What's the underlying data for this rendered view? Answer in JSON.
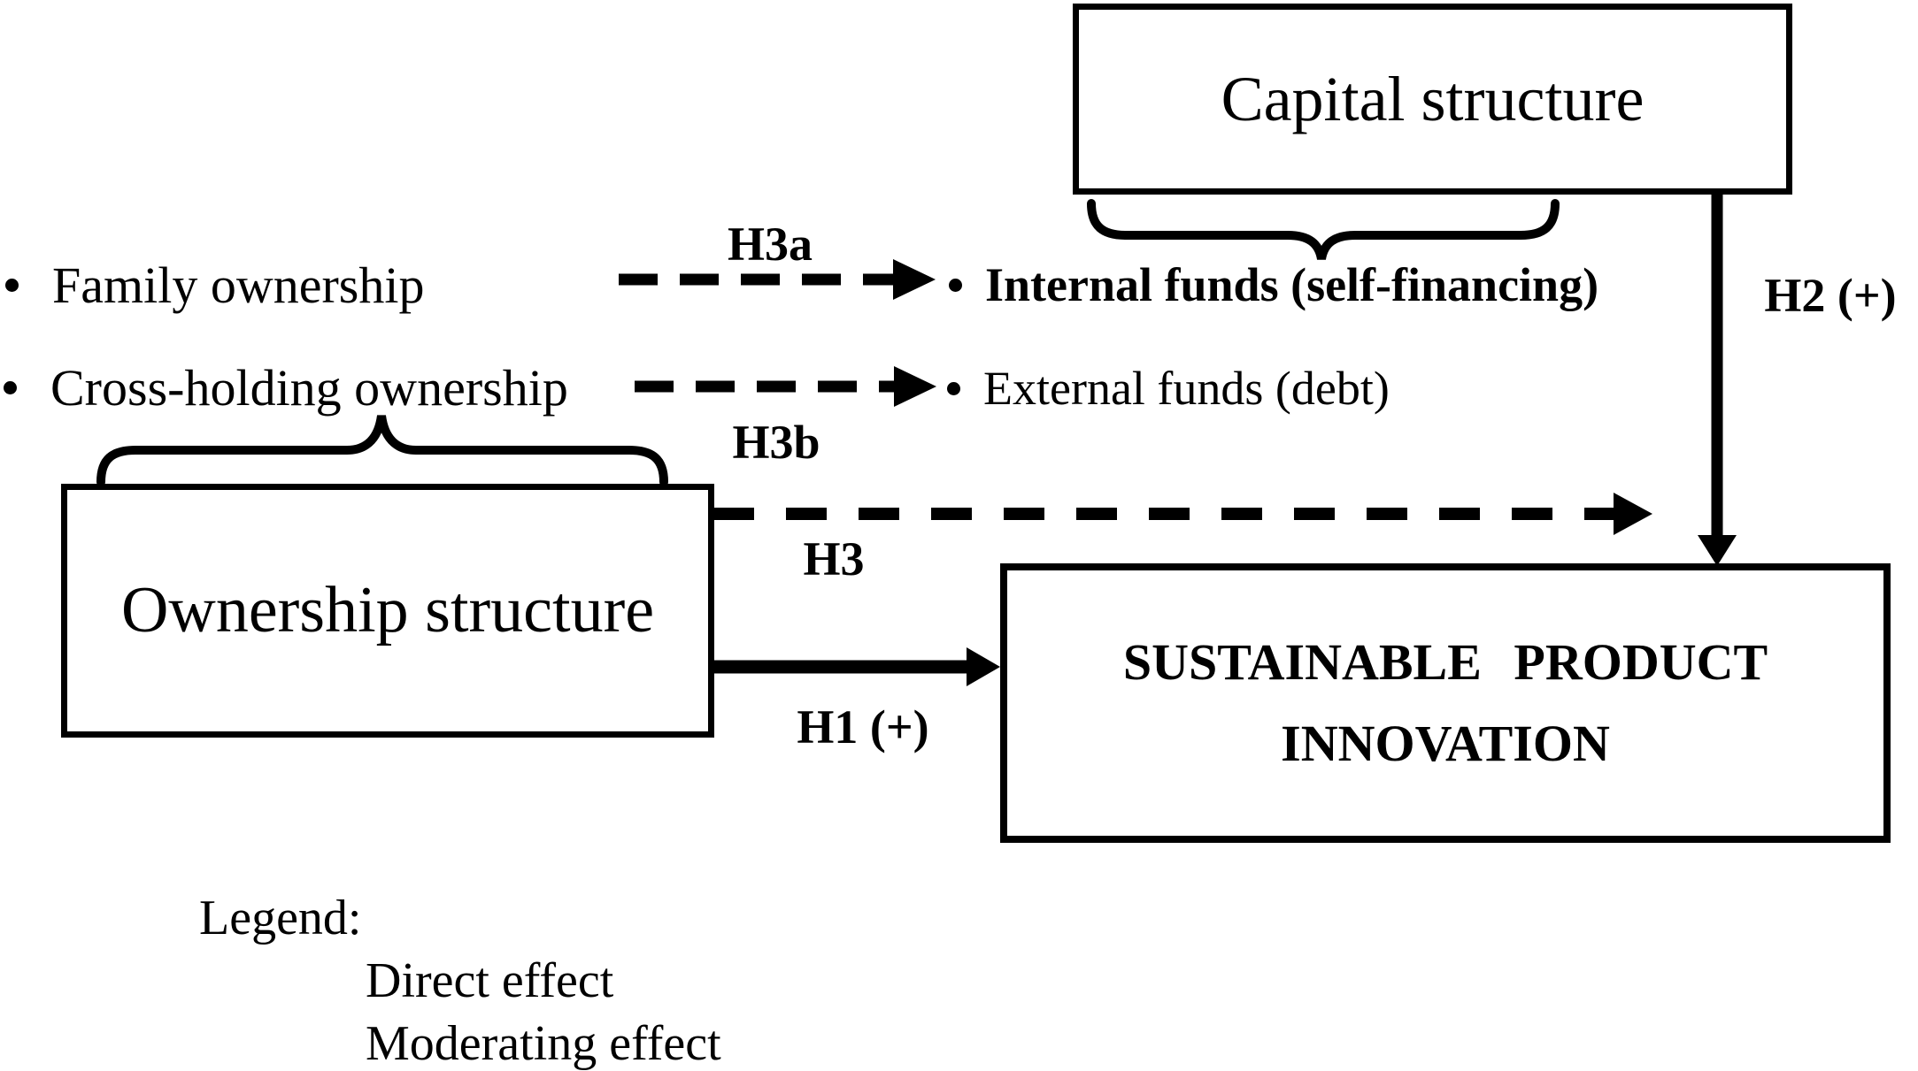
{
  "figure": {
    "type": "conceptual-model-diagram",
    "colors": {
      "ink": "#000000",
      "background": "#ffffff"
    }
  },
  "boxes": {
    "capital": {
      "label": "Capital structure"
    },
    "ownership": {
      "label": "Ownership structure"
    },
    "spi": {
      "line1": "SUSTAINABLE PRODUCT",
      "line2": "INNOVATION"
    }
  },
  "ownership_items": [
    {
      "label": "Family ownership"
    },
    {
      "label": "Cross-holding ownership"
    }
  ],
  "capital_items": [
    {
      "label": "Internal funds (self-financing)",
      "emphasis": "bold"
    },
    {
      "label": "External funds (debt)",
      "emphasis": "regular"
    }
  ],
  "hypotheses": {
    "h1": "H1 (+)",
    "h2": "H2 (+)",
    "h3": "H3",
    "h3a": "H3a",
    "h3b": "H3b"
  },
  "legend": {
    "title": "Legend:",
    "items": [
      {
        "label": "Direct effect",
        "line_style": "solid"
      },
      {
        "label": "Moderating effect",
        "line_style": "dashed"
      }
    ]
  }
}
